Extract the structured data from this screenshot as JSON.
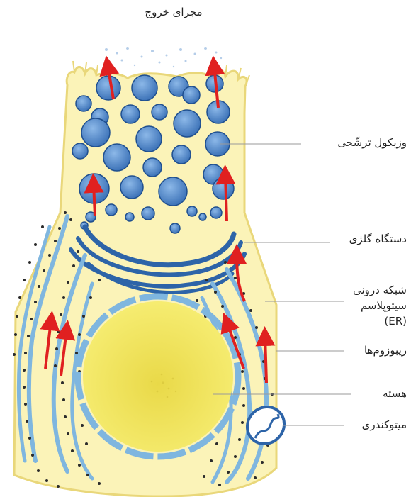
{
  "labels": {
    "outlet": "مجرای خروج",
    "secretory_vesicle": "وزیکول ترشّحی",
    "golgi": "دستگاه گلژی",
    "er_line1": "شبکه درونی",
    "er_line2": "سیتوپلاسم",
    "er_line3": "(ER)",
    "ribosomes": "ریبوزوم‌ها",
    "nucleus": "هسته",
    "mitochondrion": "میتوکندری"
  },
  "colors": {
    "cytoplasm": "#fbf3b8",
    "cell_border": "#e9d77a",
    "vesicle": "#4f86c6",
    "vesicle_edge": "#1f4f8f",
    "er": "#7fb6df",
    "nucleus": "#f4ea5a",
    "ribosome": "#2b2b2b",
    "arrow": "#e02020",
    "leader_line": "#9a9a9a"
  }
}
